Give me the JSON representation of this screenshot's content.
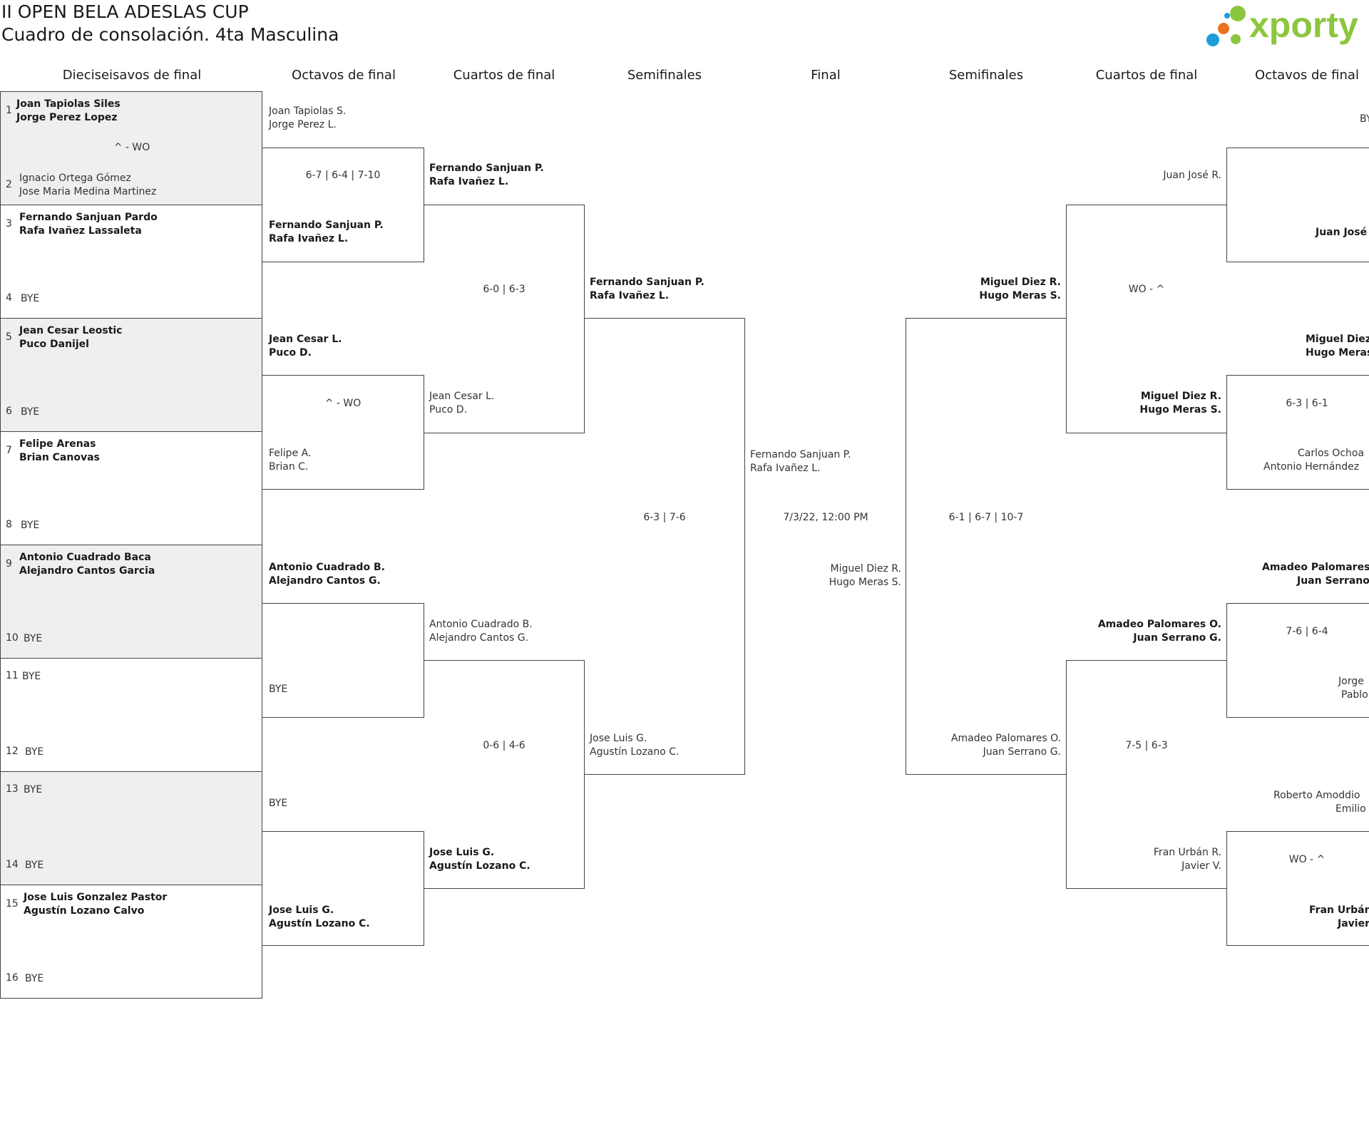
{
  "title_line1": "II OPEN BELA ADESLAS CUP",
  "title_line2": "Cuadro de consolación. 4ta Masculina",
  "logo_text": "xporty",
  "colors": {
    "logo_green": "#8cc63f",
    "logo_blue": "#1e9ddb",
    "logo_orange": "#e8731e",
    "line": "#444444",
    "shade": "#efefef"
  },
  "headers": [
    "Dieciseisavos de final",
    "Octavos de final",
    "Cuartos de final",
    "Semifinales",
    "Final",
    "Semifinales",
    "Cuartos de final",
    "Octavos de final"
  ],
  "r32": [
    {
      "seed_a": "1",
      "a1": "Joan Tapiolas Siles",
      "a2": "Jorge Perez Lopez",
      "score": "^ - WO",
      "seed_b": "2",
      "b1": "Ignacio Ortega Gómez",
      "b2": "Jose Maria Medina Martinez"
    },
    {
      "seed_a": "3",
      "a1": "Fernando Sanjuan Pardo",
      "a2": "Rafa Ivañez Lassaleta",
      "seed_b": "4",
      "b1": "BYE"
    },
    {
      "seed_a": "5",
      "a1": "Jean Cesar Leostic",
      "a2": "Puco Danijel",
      "seed_b": "6",
      "b1": "BYE"
    },
    {
      "seed_a": "7",
      "a1": "Felipe Arenas",
      "a2": "Brian Canovas",
      "seed_b": "8",
      "b1": "BYE"
    },
    {
      "seed_a": "9",
      "a1": "Antonio Cuadrado Baca",
      "a2": "Alejandro Cantos Garcia",
      "seed_b": "10",
      "b1": "BYE"
    },
    {
      "seed_a": "11",
      "a1": "BYE",
      "seed_b": "12",
      "b1": "BYE"
    },
    {
      "seed_a": "13",
      "a1": "BYE",
      "seed_b": "14",
      "b1": "BYE"
    },
    {
      "seed_a": "15",
      "a1": "Jose Luis Gonzalez Pastor",
      "a2": "Agustín Lozano Calvo",
      "seed_b": "16",
      "b1": "BYE"
    }
  ],
  "left_r16": [
    {
      "top1": "Joan Tapiolas S.",
      "top2": "Jorge Perez L.",
      "score": "6-7 | 6-4 | 7-10",
      "bot1": "Fernando Sanjuan P.",
      "bot2": "Rafa Ivañez L."
    },
    {
      "top1": "Jean Cesar L.",
      "top2": "Puco D.",
      "score": "^ - WO",
      "bot1": "Felipe A.",
      "bot2": "Brian C."
    },
    {
      "top1": "Antonio Cuadrado B.",
      "top2": "Alejandro Cantos G.",
      "score": "",
      "bot1": "BYE",
      "bot2": ""
    },
    {
      "top1": "BYE",
      "top2": "",
      "score": "",
      "bot1": "Jose Luis G.",
      "bot2": "Agustín Lozano C."
    }
  ],
  "left_qf": [
    {
      "top1": "Fernando Sanjuan P.",
      "top2": "Rafa Ivañez L.",
      "score": "6-0 | 6-3",
      "bot1": "Jean Cesar L.",
      "bot2": "Puco D."
    },
    {
      "top1": "Antonio Cuadrado B.",
      "top2": "Alejandro Cantos G.",
      "score": "0-6 | 4-6",
      "bot1": "Jose Luis G.",
      "bot2": "Agustín Lozano C."
    }
  ],
  "left_sf": {
    "top1": "Fernando Sanjuan P.",
    "top2": "Rafa Ivañez L.",
    "score": "6-3 | 7-6",
    "bot1": "Jose Luis G.",
    "bot2": "Agustín Lozano C."
  },
  "final": {
    "top1": "Fernando Sanjuan P.",
    "top2": "Rafa Ivañez L.",
    "date": "7/3/22, 12:00 PM",
    "bot1": "Miguel Diez R.",
    "bot2": "Hugo Meras S."
  },
  "right_sf": {
    "top1": "Miguel Diez R.",
    "top2": "Hugo Meras S.",
    "score": "6-1 | 6-7 | 10-7",
    "bot1": "Amadeo Palomares O.",
    "bot2": "Juan Serrano G."
  },
  "right_qf": [
    {
      "top1": "Juan José R.",
      "top2": "",
      "score": "WO - ^",
      "bot1": "Miguel Diez R.",
      "bot2": "Hugo Meras S."
    },
    {
      "top1": "Amadeo Palomares O.",
      "top2": "Juan Serrano G.",
      "score": "7-5 | 6-3",
      "bot1": "Fran Urbán R.",
      "bot2": "Javier V."
    }
  ],
  "right_r16": [
    {
      "top1": "BYE",
      "top2": "",
      "score": "",
      "bot1": "Juan José",
      "bot2": ""
    },
    {
      "top1": "Miguel Diez",
      "top2": "Hugo Meras",
      "score": "6-3 | 6-1",
      "bot1": "Carlos Ochoa",
      "bot2": "Antonio Hernández"
    },
    {
      "top1": "Amadeo Palomares",
      "top2": "Juan Serrano",
      "score": "7-6 | 6-4",
      "bot1": "Jorge",
      "bot2": "Pablo"
    },
    {
      "top1": "Roberto Amoddio",
      "top2": "Emilio",
      "score": "WO - ^",
      "bot1": "Fran Urbán",
      "bot2": "Javier"
    }
  ]
}
